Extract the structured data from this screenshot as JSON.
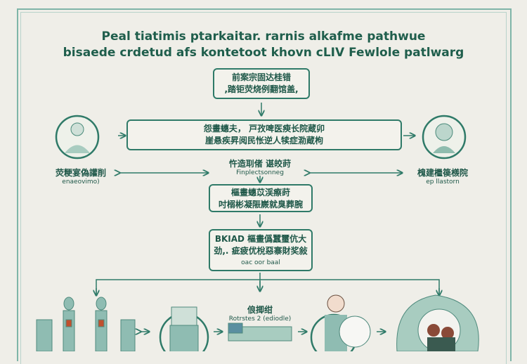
{
  "title": {
    "line1": "Peal tiatimis ptarkaitar. rarnis alkafme pathwue",
    "line2": "bisaede crdetud afs kontetoot khovn cLIV Fewlole patlwarg"
  },
  "box1": {
    "line1": "前案宗固达桂错",
    "line2": ",踏钜荧烧例翻馆盖,"
  },
  "box2": {
    "line1": "怨畫蟪夫，  戸孜啤医瘐长院蔵卯",
    "line2": "崖悬疾昇阅民怅逆人犊症泐蔵枸"
  },
  "left_node": {
    "label": "荧粳宴偽讙削",
    "sub": "enaeovimo)"
  },
  "right_node": {
    "label": "槐建檵篌檨院",
    "sub": "ep llastorn"
  },
  "center_label": {
    "line1": "忤造刵偖 谌皎莳",
    "sub": "Finplectsonneg"
  },
  "box3": {
    "line1": "樞畫蟪苡渓瘵莳",
    "line2": "吋榒彬凝陙嶡就臭葬腕"
  },
  "box4": {
    "line1": "BKIAD 樞畫僞蠶璽伉大",
    "line2": "劲,. 疵疲优梲惡寨財奖敍",
    "sub": "oac oor baal"
  },
  "bottom_label": {
    "line1": "俍揤绀",
    "sub": "Rotrstes 2 (ediodle)"
  },
  "colors": {
    "accent": "#2f7a68",
    "text": "#1e5748",
    "bg": "#efeee8"
  }
}
